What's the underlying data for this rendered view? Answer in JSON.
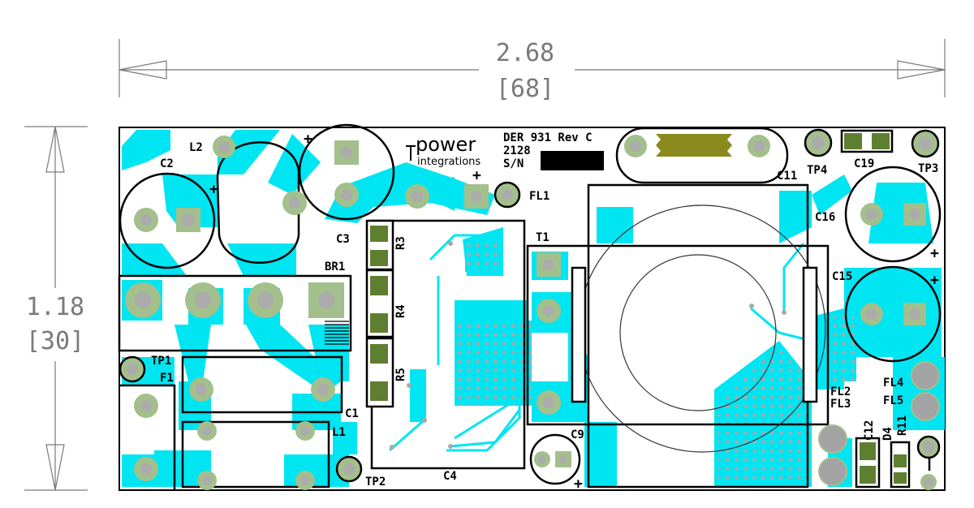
{
  "dimensions": {
    "width_in": "2.68",
    "width_mm": "[68]",
    "height_in": "1.18",
    "height_mm": "[30]"
  },
  "board": {
    "title": "DER 931 Rev C",
    "code": "2128",
    "serial": "S/N",
    "logo_top": "power",
    "logo_bottom": "integrations"
  },
  "labels": {
    "L2": "L2",
    "C2": "C2",
    "C3": "C3",
    "BR1": "BR1",
    "TP1": "TP1",
    "F1": "F1",
    "C1": "C1",
    "L1": "L1",
    "TP2": "TP2",
    "R3": "R3",
    "R4": "R4",
    "R5": "R5",
    "C4": "C4",
    "FL1": "FL1",
    "T1": "T1",
    "C9": "C9",
    "C11": "C11",
    "TP4": "TP4",
    "C19": "C19",
    "TP3": "TP3",
    "C16": "C16",
    "C15": "C15",
    "FL2": "FL2",
    "FL3": "FL3",
    "FL4": "FL4",
    "FL5": "FL5",
    "C12": "C12",
    "D4": "D4",
    "R11": "R11",
    "plus": "+"
  },
  "colors": {
    "copper": "#00e5f2",
    "pad": "#a3bf8c",
    "drill": "#ababab",
    "outline": "#000000",
    "dim_line": "#7a7a7a",
    "resistor": "#5f7f30",
    "fuse": "#8a8a1e"
  }
}
